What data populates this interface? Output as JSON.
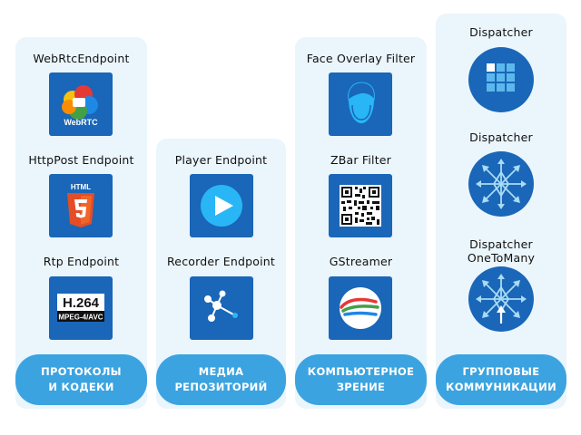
{
  "columns": [
    {
      "items": [
        {
          "label": "WebRtcEndpoint",
          "icon": "webrtc-icon",
          "icon_text": "WebRTC"
        },
        {
          "label": "HttpPost Endpoint",
          "icon": "html5-icon",
          "icon_text": "HTML"
        },
        {
          "label": "Rtp Endpoint",
          "icon": "h264-icon",
          "icon_text": "H.264",
          "icon_subtext": "MPEG-4/AVC"
        }
      ],
      "category": "ПРОТОКОЛЫ\nИ КОДЕКИ"
    },
    {
      "items": [
        {
          "label": "Player Endpoint",
          "icon": "play-icon"
        },
        {
          "label": "Recorder Endpoint",
          "icon": "recorder-network-icon"
        }
      ],
      "category": "МЕДИА\nРЕПОЗИТОРИЙ"
    },
    {
      "items": [
        {
          "label": "Face Overlay Filter",
          "icon": "face-icon"
        },
        {
          "label": "ZBar Filter",
          "icon": "qr-code-icon"
        },
        {
          "label": "GStreamer",
          "icon": "gstreamer-icon"
        }
      ],
      "category": "КОМПЬЮТЕРНОЕ\nЗРЕНИЕ"
    },
    {
      "items": [
        {
          "label": "Dispatcher",
          "icon": "grid-dispatcher-icon"
        },
        {
          "label": "Dispatcher",
          "icon": "arrows-dispatcher-icon"
        },
        {
          "label": "Dispatcher\nOneToMany",
          "icon": "one-to-many-icon"
        }
      ],
      "category": "ГРУППОВЫЕ\nКОММУНИКАЦИИ"
    }
  ],
  "colors": {
    "column_bg": "#eaf5fc",
    "tile": "#1a66b8",
    "pill": "#3ba3e0",
    "circle": "#1a66b8"
  }
}
